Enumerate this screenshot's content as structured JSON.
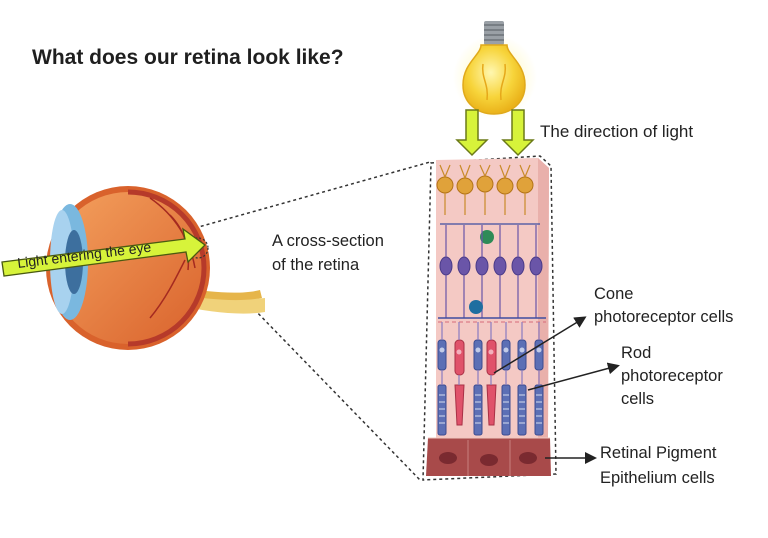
{
  "title": "What does our retina look like?",
  "labels": {
    "light_direction": "The direction of light",
    "cross_section_line1": "A cross-section",
    "cross_section_line2": "of the retina",
    "cone_line1": "Cone",
    "cone_line2": "photoreceptor cells",
    "rod_line1": "Rod",
    "rod_line2": "photoreceptor",
    "rod_line3": "cells",
    "rpe_line1": "Retinal Pigment",
    "rpe_line2": "Epithelium cells",
    "light_entering": "Light entering the eye"
  },
  "colors": {
    "bulb": "#f7c81e",
    "arrow_fill": "#d7f33a",
    "retina_bg": "#f4c9c4",
    "ganglion": "#e0a23a",
    "bipolar": "#6a55a8",
    "cone_cells": "#e0526a",
    "rod_cells": "#5c6fb5",
    "rpe": "#a84a4a",
    "eye_sclera": "#e8844a"
  }
}
